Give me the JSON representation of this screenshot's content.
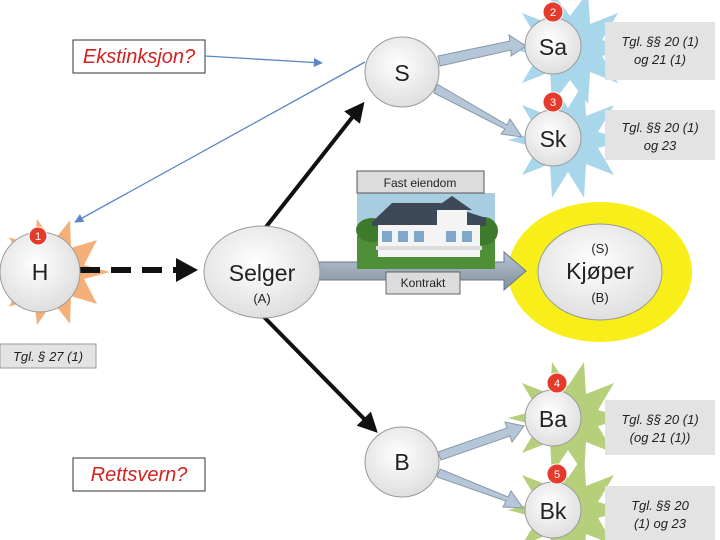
{
  "colors": {
    "red_text": "#d42020",
    "node_grey": "#ebebeb",
    "star_orange": "#f5b07a",
    "star_blue": "#a8d6ea",
    "star_green": "#b5cf7a",
    "badge_red": "#e53b2c",
    "glow_yellow": "#f7ee1a",
    "arrow_grey": "#8a98a8",
    "note_grey": "#e3e3e3"
  },
  "labels": {
    "ekstinksjon": "Ekstinksjon?",
    "rettsvern": "Rettsvern?",
    "s": "S",
    "b": "B",
    "h": "H",
    "selger": "Selger",
    "selger_tag": "(A)",
    "kjoper": "Kjøper",
    "kjoper_top": "(S)",
    "kjoper_tag": "(B)",
    "fast_eiendom": "Fast eiendom",
    "kontrakt": "Kontrakt",
    "sa": "Sa",
    "sk": "Sk",
    "ba": "Ba",
    "bk": "Bk"
  },
  "badges": {
    "b1": "1",
    "b2": "2",
    "b3": "3",
    "b4": "4",
    "b5": "5"
  },
  "notes": {
    "sa_ref_1": "Tgl. §§ 20 (1)",
    "sa_ref_2": "og 21 (1)",
    "sk_ref_1": "Tgl. §§ 20 (1)",
    "sk_ref_2": "og 23",
    "ba_ref_1": "Tgl. §§ 20 (1)",
    "ba_ref_2": "(og 21 (1))",
    "bk_ref_1": "Tgl. §§ 20",
    "bk_ref_2": "(1) og 23",
    "h_ref": "Tgl. § 27 (1)"
  }
}
